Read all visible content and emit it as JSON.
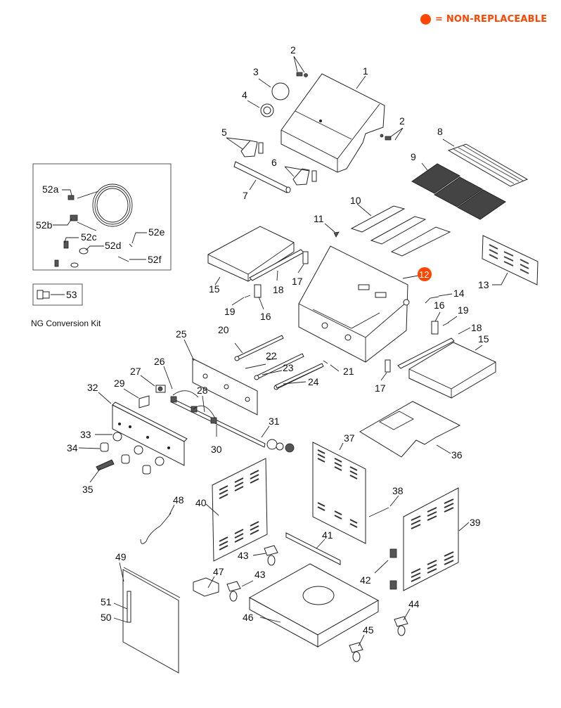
{
  "legend": {
    "marker_color": "#ff4500",
    "text": "= NON-REPLACEABLE"
  },
  "kit_caption": "NG Conversion Kit",
  "callouts": {
    "c1": "1",
    "c2a": "2",
    "c2b": "2",
    "c3": "3",
    "c4": "4",
    "c5": "5",
    "c6": "6",
    "c7": "7",
    "c8": "8",
    "c9": "9",
    "c10": "10",
    "c11": "11",
    "c12": "12",
    "c13": "13",
    "c14": "14",
    "c15a": "15",
    "c15b": "15",
    "c16a": "16",
    "c16b": "16",
    "c17a": "17",
    "c17b": "17",
    "c18a": "18",
    "c18b": "18",
    "c19a": "19",
    "c19b": "19",
    "c20": "20",
    "c21": "21",
    "c22": "22",
    "c23": "23",
    "c24": "24",
    "c25": "25",
    "c26": "26",
    "c27": "27",
    "c28": "28",
    "c29": "29",
    "c30": "30",
    "c31": "31",
    "c32": "32",
    "c33": "33",
    "c34": "34",
    "c35": "35",
    "c36": "36",
    "c37": "37",
    "c38": "38",
    "c39": "39",
    "c40": "40",
    "c41": "41",
    "c42": "42",
    "c43a": "43",
    "c43b": "43",
    "c44": "44",
    "c45": "45",
    "c46": "46",
    "c47": "47",
    "c48": "48",
    "c49": "49",
    "c50": "50",
    "c51": "51",
    "c52a": "52a",
    "c52b": "52b",
    "c52c": "52c",
    "c52d": "52d",
    "c52e": "52e",
    "c52f": "52f",
    "c53": "53"
  },
  "non_replaceable_parts": [
    "12"
  ]
}
